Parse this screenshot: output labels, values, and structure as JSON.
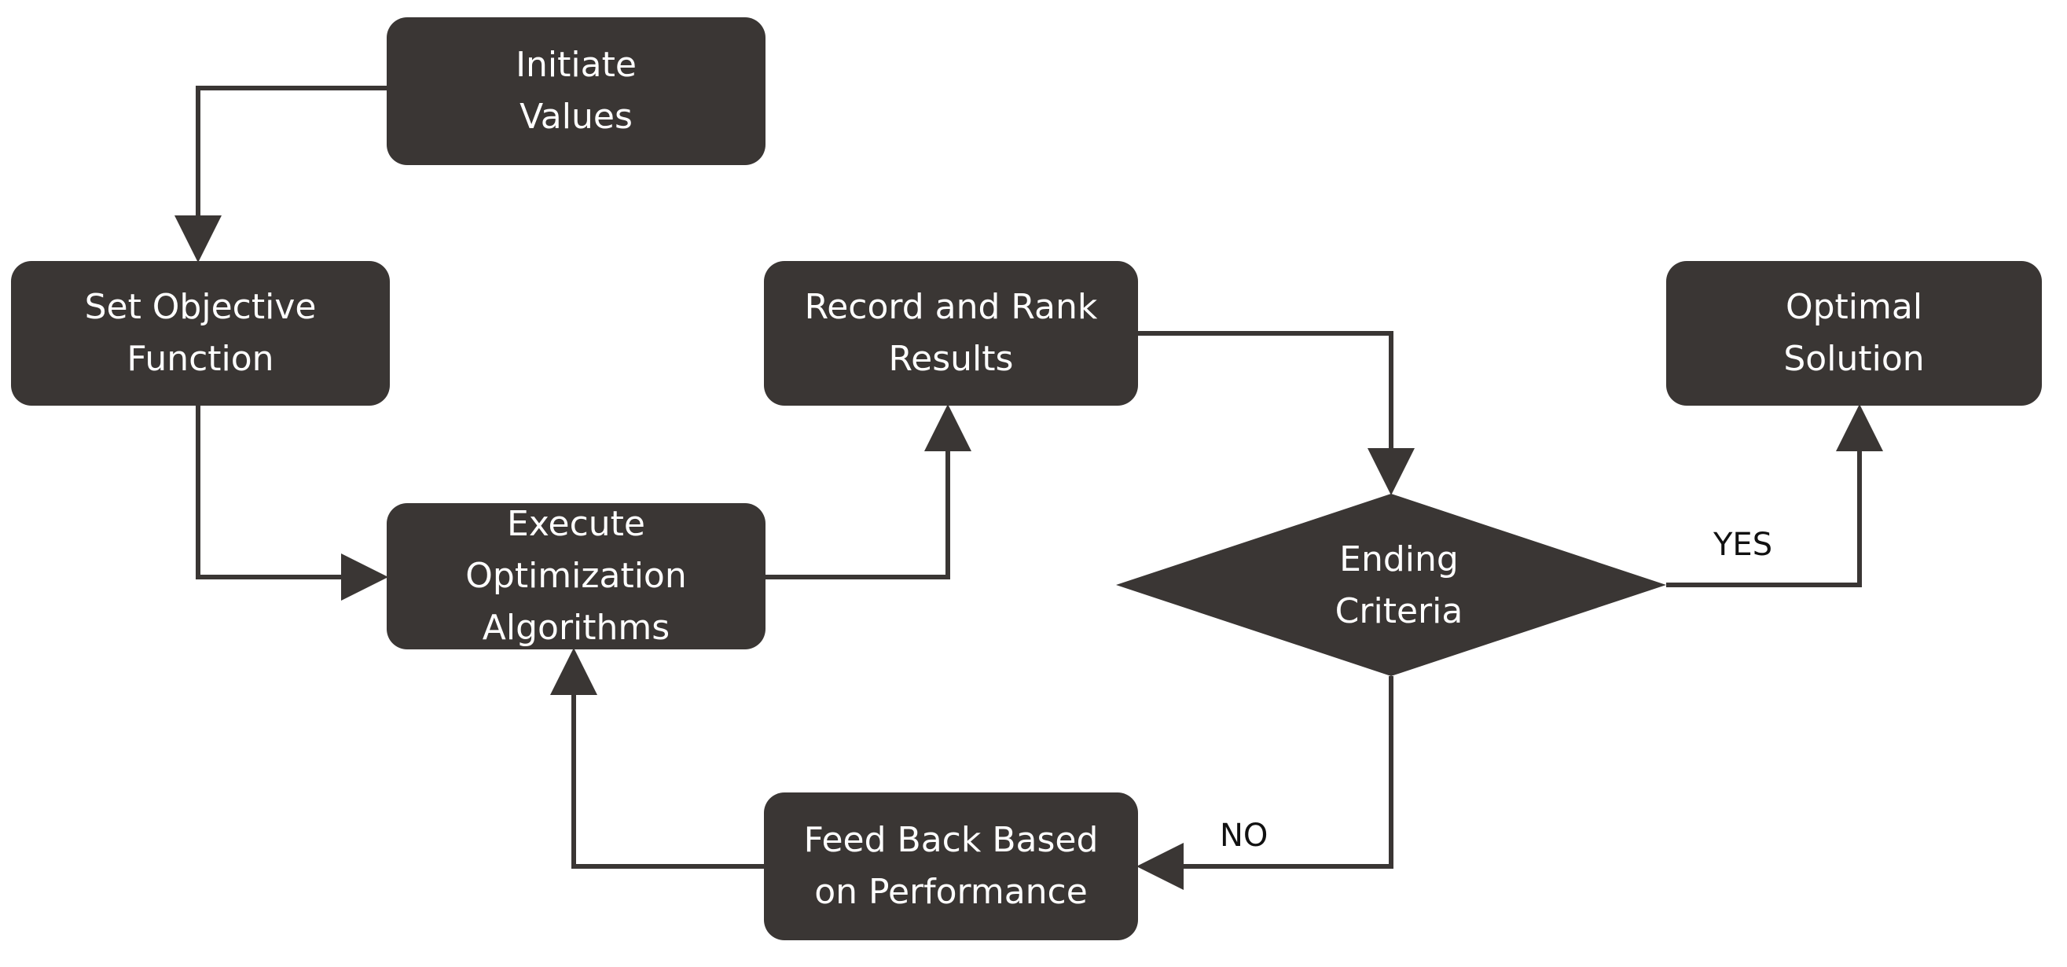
{
  "nodes": {
    "initiate": "Initiate\nValues",
    "objective": "Set Objective\nFunction",
    "execute": "Execute\nOptimization\nAlgorithms",
    "record": "Record and Rank\nResults",
    "optimal": "Optimal\nSolution",
    "feedback": "Feed Back Based\non Performance",
    "ending": "Ending\nCriteria"
  },
  "edge_labels": {
    "yes": "YES",
    "no": "NO"
  },
  "colors": {
    "node_fill": "#3a3634",
    "node_text": "#ffffff",
    "arrow": "#3a3634",
    "edge_text": "#111111"
  }
}
